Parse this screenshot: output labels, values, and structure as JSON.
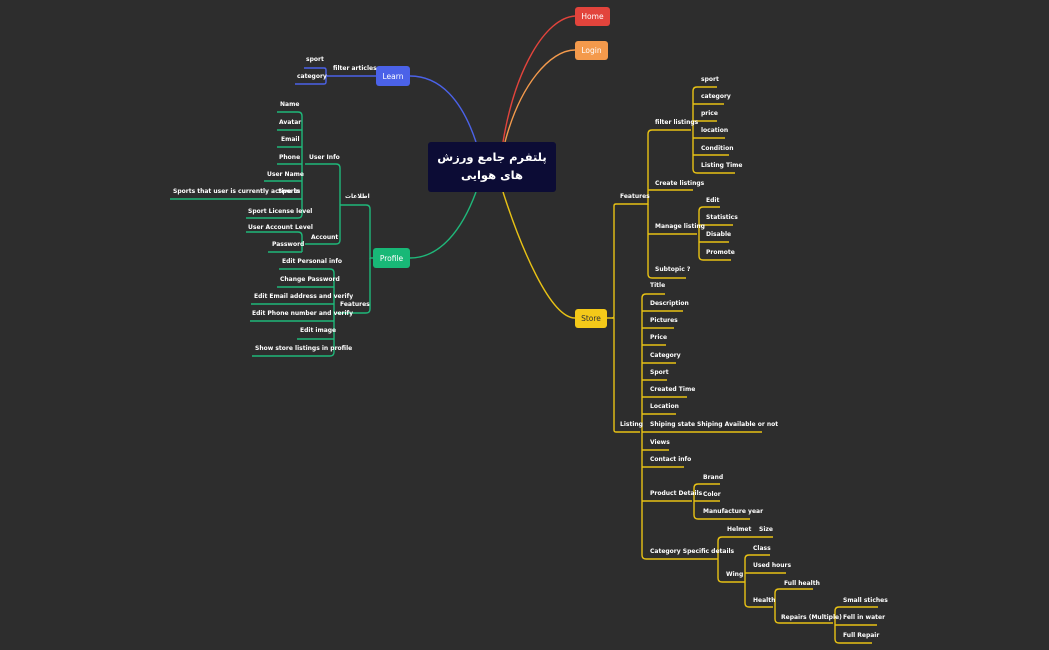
{
  "central": {
    "title": "پلتفرم جامع ورزش های هوایی"
  },
  "colors": {
    "background": "#2d2d2d",
    "central": "#0c0c35",
    "home": "#e2443c",
    "login": "#f49a4c",
    "learn": "#4b62e8",
    "profile": "#18b877",
    "store": "#f4c919",
    "learn_line": "#4b62e8",
    "profile_line": "#1fb87a",
    "store_line": "#e8c215"
  },
  "branches": {
    "home": "Home",
    "login": "Login",
    "learn": "Learn",
    "profile": "Profile",
    "store": "Store"
  },
  "learn": {
    "filter_articles": "filter articles",
    "sport": "sport",
    "category": "category"
  },
  "profile": {
    "info_rtl": "اطلاعات",
    "user_info": "User Info",
    "name": "Name",
    "avatar": "Avatar",
    "email": "Email",
    "phone": "Phone",
    "user_name": "User Name",
    "sports": "Sports",
    "sports_active": "Sports that user is currently active in",
    "sport_license": "Sport License level",
    "account": "Account",
    "user_account_level": "User Account Level",
    "password": "Password",
    "features": "Features",
    "edit_personal": "Edit Personal info",
    "change_password": "Change Password",
    "edit_email": "Edit Email address and verify",
    "edit_phone": "Edit Phone number and verify",
    "edit_image": "Edit image",
    "show_listings": "Show store listings in profile"
  },
  "store": {
    "features": "Features",
    "filter_listings": "filter listings",
    "f_sport": "sport",
    "f_category": "category",
    "f_price": "price",
    "f_location": "location",
    "f_condition": "Condition",
    "f_listing_time": "Listing Time",
    "create_listings": "Create listings",
    "manage_listing": "Manage listing",
    "m_edit": "Edit",
    "m_statistics": "Statistics",
    "m_disable": "Disable",
    "m_promote": "Promote",
    "subtopic": "Subtopic ?",
    "listing": "Listing",
    "l_title": "Title",
    "l_description": "Description",
    "l_pictures": "Pictures",
    "l_price": "Price",
    "l_category": "Category",
    "l_sport": "Sport",
    "l_created_time": "Created Time",
    "l_location": "Location",
    "l_shipping_state": "Shiping state",
    "l_shipping_avail": "Shiping Available or not",
    "l_views": "Views",
    "l_contact": "Contact info",
    "l_product_details": "Product Details",
    "pd_brand": "Brand",
    "pd_color": "Color",
    "pd_manufacture": "Manufacture year",
    "l_category_specific": "Category Specific details",
    "cs_helmet": "Helmet",
    "cs_size": "Size",
    "cs_wing": "Wing",
    "w_class": "Class",
    "w_used_hours": "Used hours",
    "w_health": "Health",
    "h_full_health": "Full health",
    "h_repairs": "Repairs (Multiple)",
    "r_small": "Small stiches",
    "r_fell": "Fell in water",
    "r_full": "Full Repair"
  }
}
